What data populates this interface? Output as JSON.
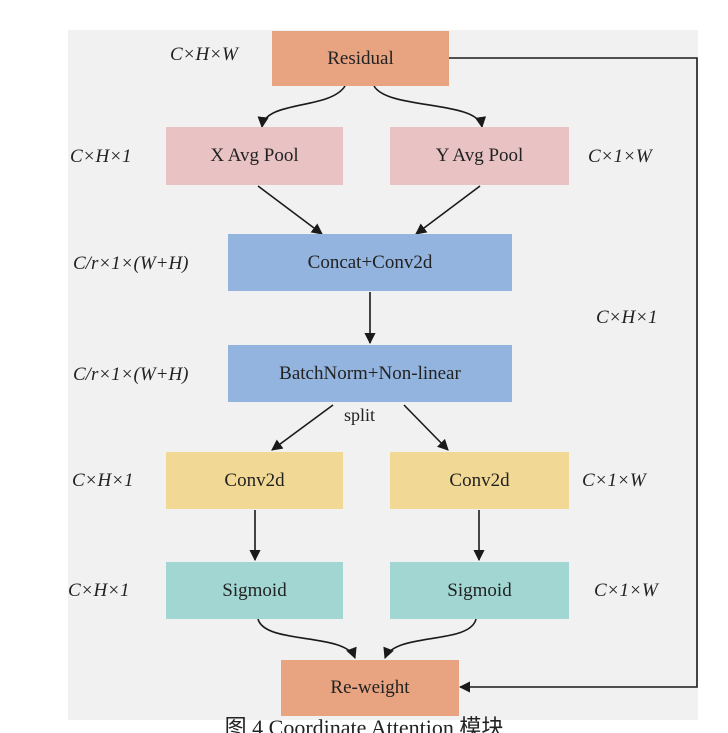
{
  "diagram": {
    "nodes": {
      "residual": "Residual",
      "x_pool": "X Avg Pool",
      "y_pool": "Y Avg Pool",
      "concat": "Concat+Conv2d",
      "batchnorm": "BatchNorm+Non-linear",
      "conv_left": "Conv2d",
      "conv_right": "Conv2d",
      "sigmoid_left": "Sigmoid",
      "sigmoid_right": "Sigmoid",
      "reweight": "Re-weight"
    },
    "labels": {
      "input_dim": "C×H×W",
      "x_pool_dim": "C×H×1",
      "y_pool_dim": "C×1×W",
      "concat_dim": "C/r×1×(W+H)",
      "bn_dim": "C/r×1×(W+H)",
      "skip_dim": "C×H×1",
      "conv_left_dim": "C×H×1",
      "conv_right_dim": "C×1×W",
      "sigmoid_left_dim": "C×H×1",
      "sigmoid_right_dim": "C×1×W",
      "split": "split"
    },
    "colors": {
      "residual": "#e8a381",
      "pool": "#e9c3c4",
      "conv_block": "#93b4de",
      "conv2d": "#f1d894",
      "sigmoid": "#a1d6d3"
    },
    "caption": "图 4 Coordinate Attention 模块"
  }
}
